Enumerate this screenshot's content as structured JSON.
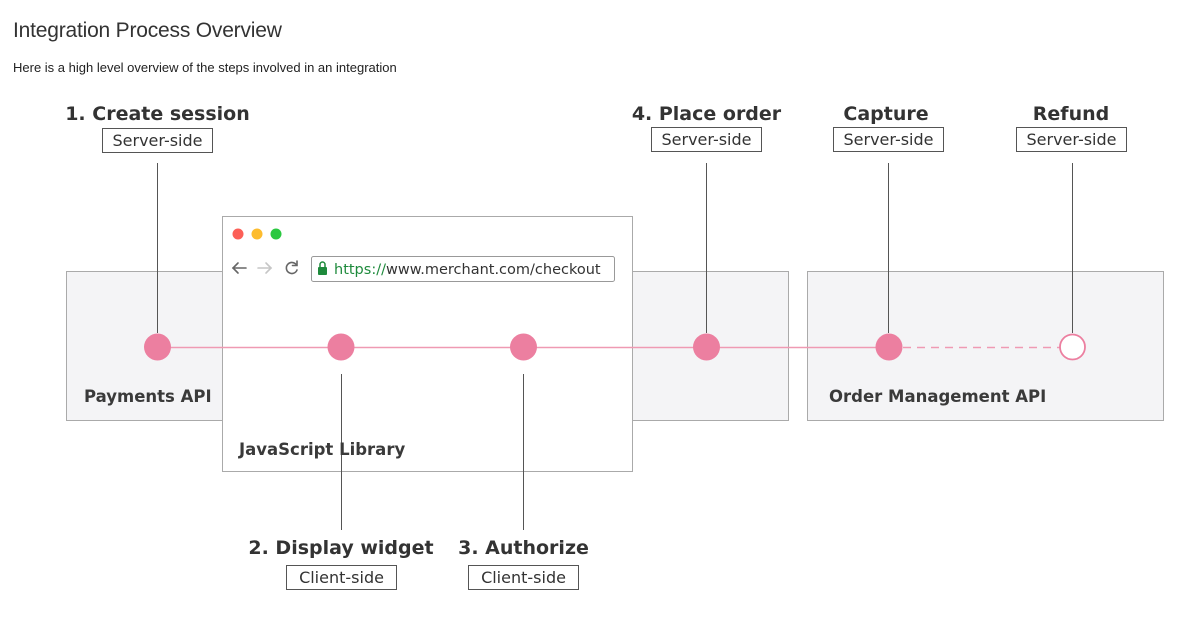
{
  "header": {
    "title": "Integration Process Overview",
    "subtitle": "Here is a high level overview of the steps involved in an integration"
  },
  "diagram": {
    "systems": {
      "payments_api": "Payments API",
      "javascript_library": "JavaScript Library",
      "order_management_api": "Order Management API"
    },
    "browser": {
      "url_scheme": "https://",
      "url_rest": "www.merchant.com/checkout"
    },
    "steps": [
      {
        "label": "1. Create session",
        "side": "Server-side"
      },
      {
        "label": "2. Display widget",
        "side": "Client-side"
      },
      {
        "label": "3. Authorize",
        "side": "Client-side"
      },
      {
        "label": "4. Place order",
        "side": "Server-side"
      },
      {
        "label": "Capture",
        "side": "Server-side"
      },
      {
        "label": "Refund",
        "side": "Server-side"
      }
    ]
  },
  "colors": {
    "accent": "#ec7fa0",
    "line": "#ef9ab3",
    "box_fill": "#f4f4f6",
    "box_stroke": "#aaaaaa",
    "dot_red": "#fc5f57",
    "dot_yellow": "#fdbc2e",
    "dot_green": "#2ac840"
  }
}
